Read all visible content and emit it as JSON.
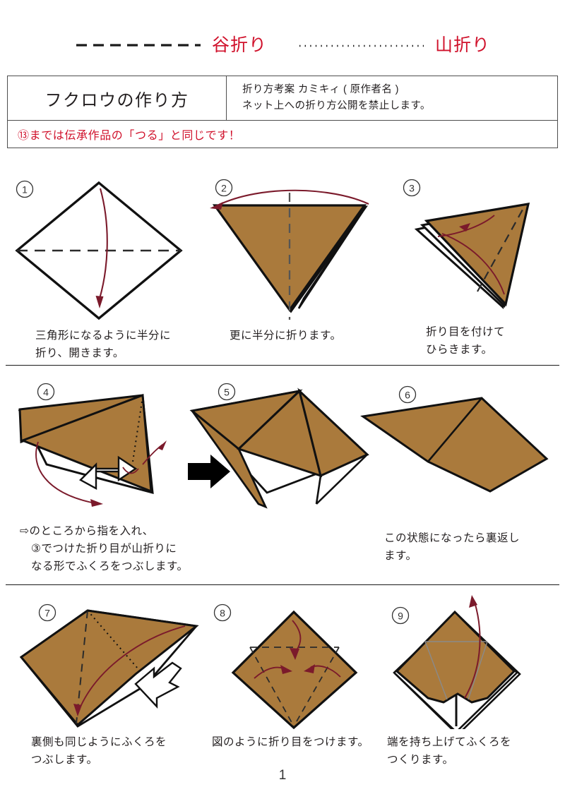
{
  "document": {
    "page_number": "1",
    "paper_color": "#aa7a3c",
    "paper_edge_color": "#111111",
    "arrow_color": "#7b1a2b",
    "legend_text_color": "#d0112b",
    "crease_color": "#1a1a1a",
    "thin_crease_color": "#8a8a8a"
  },
  "legend": {
    "items": [
      {
        "name": "valley-fold",
        "label": "谷折り",
        "line_style": "dashed"
      },
      {
        "name": "mountain-fold",
        "label": "山折り",
        "line_style": "dotted"
      }
    ]
  },
  "header": {
    "title": "フクロウの作り方",
    "credit_lines": [
      "折り方考案 カミキィ ( 原作者名 )",
      "ネット上への折り方公開を禁止します。"
    ],
    "note": "⑬までは伝承作品の「つる」と同じです！"
  },
  "steps": [
    {
      "number": "①",
      "caption": "三角形になるように半分に\n折り、開きます。"
    },
    {
      "number": "②",
      "caption": "更に半分に折ります。"
    },
    {
      "number": "③",
      "caption": "折り目を付けて\nひらきます。"
    },
    {
      "number": "④",
      "caption": "⇨のところから指を入れ、\n　③でつけた折り目が山折りに\n　なる形でふくろをつぶします。"
    },
    {
      "number": "⑤",
      "caption": ""
    },
    {
      "number": "⑥",
      "caption": "この状態になったら裏返し\nます。"
    },
    {
      "number": "⑦",
      "caption": "裏側も同じようにふくろを\nつぶします。"
    },
    {
      "number": "⑧",
      "caption": "図のように折り目をつけます。"
    },
    {
      "number": "⑨",
      "caption": "端を持ち上げてふくろを\nつくります。"
    }
  ]
}
